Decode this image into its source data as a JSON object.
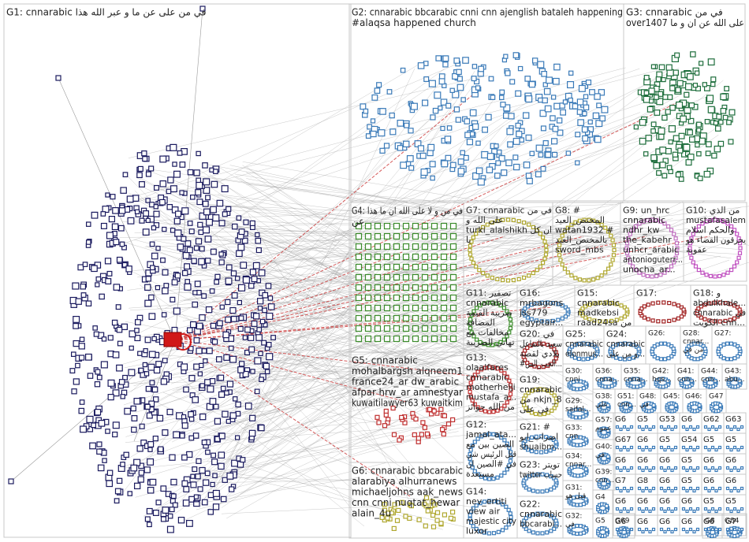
{
  "groups": [
    {
      "id": "G1",
      "lines": [
        "G1: cnnarabic في من على عن ما و عبر الله هذا"
      ]
    },
    {
      "id": "G2",
      "lines": [
        "G2: cnnarabic bbcarabic cnni cnn ajenglish bataleh happening",
        "#alaqsa happened church"
      ]
    },
    {
      "id": "G3",
      "lines": [
        "G3: cnnarabic في من",
        "over1407 على الله عن ان و ما"
      ]
    },
    {
      "id": "G4",
      "lines": [
        "G4: في من و لا على الله ان ما هذا",
        "عن"
      ]
    },
    {
      "id": "G7",
      "lines": [
        "G7: cnnarabic في من",
        "على الله و",
        "turki_alalshikh ان كل",
        "يا"
      ]
    },
    {
      "id": "G8",
      "lines": [
        "G8: #",
        "المختص_العيد",
        "watan1932 #",
        "بالمختص_العيد",
        "sword_mbs"
      ]
    },
    {
      "id": "G9",
      "lines": [
        "G9: un_hrc",
        "cnnarabic",
        "ndhr_kw",
        "the_kabehr",
        "unhcr_arabic",
        "antonioguterr...",
        "unocha_ar..."
      ]
    },
    {
      "id": "G10",
      "lines": [
        "G10: من الذي",
        "mustafasalem",
        "والحكم اسلام",
        "يحرقون القضاء هو",
        "عقوبة"
      ]
    },
    {
      "id": "G11",
      "lines": [
        "G11: تصفير",
        "cnnarabic",
        "ضريبة القيمة",
        "المضافة",
        "مخالفات مع",
        "تهاني الضريبة"
      ]
    },
    {
      "id": "G16",
      "lines": [
        "G16:",
        "mrbagons",
        "jss779",
        "egyptair..."
      ]
    },
    {
      "id": "G15",
      "lines": [
        "G15:",
        "cnnarabic",
        "madkebsi",
        "raad24sa من"
      ]
    },
    {
      "id": "G17",
      "lines": [
        "G17:"
      ]
    },
    {
      "id": "G18",
      "lines": [
        "G18: و",
        "abdulkhale...",
        "cnnarabic في",
        "الكويت cnn..."
      ]
    },
    {
      "id": "G20",
      "lines": [
        "G20: في",
        "سعيد بالتفاعل",
        "بلادي لقصة",
        "#الحب_الس..."
      ]
    },
    {
      "id": "G25",
      "lines": [
        "G25:",
        "cnnarabic",
        "elonmus..."
      ]
    },
    {
      "id": "G24",
      "lines": [
        "G24:",
        "cnnarabic",
        "و من على..."
      ]
    },
    {
      "id": "G26",
      "lines": [
        "G26:"
      ]
    },
    {
      "id": "G28",
      "lines": [
        "G28:",
        "cnnar...",
        "من في"
      ]
    },
    {
      "id": "G27",
      "lines": [
        "G27:"
      ]
    },
    {
      "id": "G13",
      "lines": [
        "G13:",
        "olaalfares",
        "cnnarabic",
        "motherheiji",
        "mustafa_a...",
        "من الله جوائز"
      ]
    },
    {
      "id": "G19",
      "lines": [
        "G19:",
        "cnnarabic",
        "من nkjn_8",
        "في على"
      ]
    },
    {
      "id": "G30",
      "lines": [
        "G30:",
        "cnni"
      ]
    },
    {
      "id": "G36",
      "lines": [
        "G36:",
        "cnna..."
      ]
    },
    {
      "id": "G35",
      "lines": [
        "G35:",
        "cnna..."
      ]
    },
    {
      "id": "G42",
      "lines": [
        "G42:",
        "hqs..."
      ]
    },
    {
      "id": "G41",
      "lines": [
        "G41:",
        "cnn..."
      ]
    },
    {
      "id": "G44",
      "lines": [
        "G44:",
        "cnn..."
      ]
    },
    {
      "id": "G43",
      "lines": [
        "G43:",
        "abu..."
      ]
    },
    {
      "id": "G29",
      "lines": [
        "G29:",
        "saifal..."
      ]
    },
    {
      "id": "G38",
      "lines": [
        "G38:",
        "علي"
      ]
    },
    {
      "id": "G51",
      "lines": [
        "G51:",
        "cnn..."
      ]
    },
    {
      "id": "G48",
      "lines": [
        "G48:",
        "في"
      ]
    },
    {
      "id": "G45",
      "lines": [
        "G45:"
      ]
    },
    {
      "id": "G46",
      "lines": [
        "G46:"
      ]
    },
    {
      "id": "G47",
      "lines": [
        "G47"
      ]
    },
    {
      "id": "G5",
      "lines": [
        "G5: cnnarabic",
        "mohalbargsh alqneem1",
        "france24_ar dw_arabic",
        "afpar hrw_ar amnestyar",
        "kuwaitilawyer63 kuwaitkim"
      ]
    },
    {
      "id": "G12",
      "lines": [
        "G12:",
        "jamal_ata...",
        "الصين بين مع",
        "قتل الرئيس شي",
        "في #الصين ان",
        "مستعدة"
      ]
    },
    {
      "id": "G21",
      "lines": [
        "G21: #",
        "اضراب_ابو",
        "shuaibm..."
      ]
    },
    {
      "id": "G33",
      "lines": [
        "G33:",
        "cnn"
      ]
    },
    {
      "id": "G57",
      "lines": [
        "G57:",
        "عموم"
      ]
    },
    {
      "id": "G40",
      "lines": [
        "G40:",
        "في"
      ]
    },
    {
      "id": "G34",
      "lines": [
        "G34:",
        "cnnar..."
      ]
    },
    {
      "id": "G6",
      "lines": [
        "G6: cnnarabic bbcarabic",
        "alarabiya alhurranews",
        "michaeljohns aak_news",
        "cnn cnni nuqtat_hewar",
        "alain_4u"
      ]
    },
    {
      "id": "G23",
      "lines": [
        "G23: تويتر",
        "twitter حساب"
      ]
    },
    {
      "id": "G14",
      "lines": [
        "G14:",
        "nev_ertiti",
        "view air",
        "majestic city",
        "luxor"
      ]
    },
    {
      "id": "G31",
      "lines": [
        "G31:",
        "قبل هو"
      ]
    },
    {
      "id": "G39",
      "lines": [
        "G39:",
        "cnn..."
      ]
    },
    {
      "id": "G22",
      "lines": [
        "G22:",
        "cnnarabic",
        "bbcarabi..."
      ]
    },
    {
      "id": "G32",
      "lines": [
        "G32:",
        "في"
      ]
    },
    {
      "id": "G4b",
      "lines": [
        "G4"
      ]
    },
    {
      "id": "G5b",
      "lines": [
        "G5"
      ]
    },
    {
      "id": "G69",
      "lines": [
        "G69"
      ]
    },
    {
      "id": "G84",
      "lines": [
        "G84"
      ]
    },
    {
      "id": "G85",
      "lines": [
        "G8"
      ]
    }
  ],
  "small_labels": [
    "G6",
    "G5",
    "G53",
    "G6",
    "G62",
    "G63",
    "G67",
    "G6",
    "G5",
    "G54",
    "G5",
    "G5",
    "G6",
    "G6",
    "G6",
    "G5",
    "G6",
    "G6",
    "G7",
    "G8",
    "G6",
    "G5",
    "G6",
    "G6",
    "G6",
    "G6",
    "G6",
    "G6",
    "G5",
    "G5",
    "G6",
    "G6",
    "G6",
    "G6",
    "G6",
    "G7",
    "G7",
    "G6",
    "G7",
    "G5",
    "G6",
    "G6",
    "G6"
  ],
  "colors": {
    "background": "#ffffff",
    "box_border": "#c8c8c8",
    "edge": "#9a9a9a",
    "edge_highlight": "#cc3333",
    "g1_node": "#1a1a5e",
    "g2_node": "#3a7ab8",
    "g3_node": "#1e6e3c",
    "g4_node": "#3c8c2c",
    "g7_node": "#b0a830",
    "g9_node": "#c070c0",
    "g10_node": "#c050c0",
    "g17_node": "#a02020",
    "g5_node": "#c03030"
  }
}
